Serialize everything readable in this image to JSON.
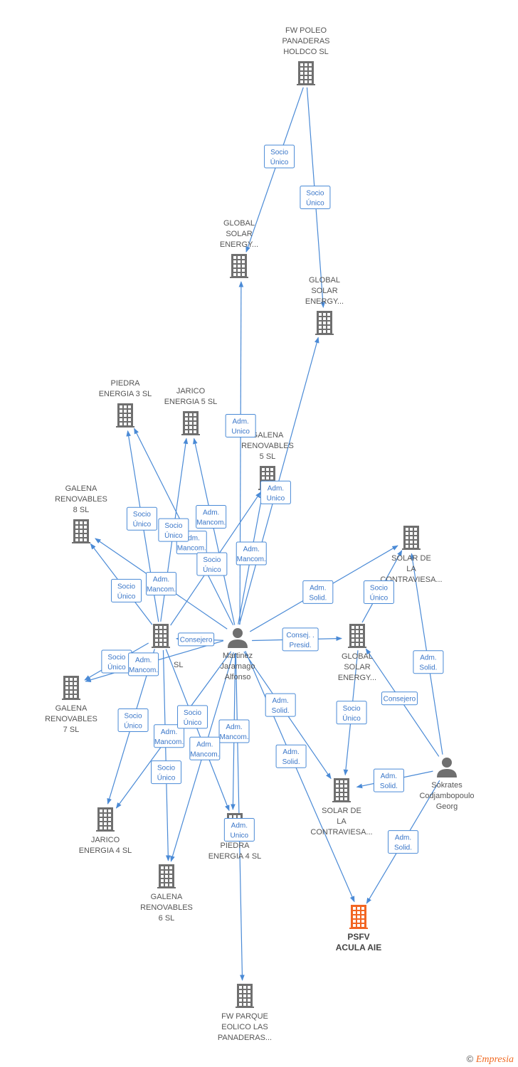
{
  "colors": {
    "edge": "#4a8ad6",
    "building": "#6f6f6f",
    "building_main": "#f26522",
    "person": "#6f6f6f"
  },
  "nodes": [
    {
      "id": "fw_poleo",
      "type": "company",
      "lines": [
        "FW POLEO",
        "PANADERAS",
        "HOLDCO  SL"
      ],
      "icon": "building-icon"
    },
    {
      "id": "global_solar_a",
      "type": "company",
      "lines": [
        "GLOBAL",
        "SOLAR",
        "ENERGY..."
      ],
      "icon": "building-icon"
    },
    {
      "id": "global_solar_b",
      "type": "company",
      "lines": [
        "GLOBAL",
        "SOLAR",
        "ENERGY..."
      ],
      "icon": "building-icon"
    },
    {
      "id": "piedra3",
      "type": "company",
      "lines": [
        "PIEDRA",
        "ENERGIA 3  SL"
      ],
      "icon": "building-icon"
    },
    {
      "id": "jarico5",
      "type": "company",
      "lines": [
        "JARICO",
        "ENERGIA 5  SL"
      ],
      "icon": "building-icon"
    },
    {
      "id": "galena5",
      "type": "company",
      "lines": [
        "GALENA",
        "RENOVABLES",
        "5  SL"
      ],
      "icon": "building-icon"
    },
    {
      "id": "galena8",
      "type": "company",
      "lines": [
        "GALENA",
        "RENOVABLES",
        "8  SL"
      ],
      "icon": "building-icon"
    },
    {
      "id": "solar_contra_a",
      "type": "company",
      "lines": [
        "SOLAR DE",
        "LA",
        "CONTRAVIESA..."
      ],
      "icon": "building-icon"
    },
    {
      "id": "center_company",
      "type": "company",
      "lines": [
        "SL"
      ],
      "icon": "building-icon"
    },
    {
      "id": "martinez",
      "type": "person",
      "lines": [
        "Martinez",
        "Jaramago",
        "Alfonso"
      ],
      "icon": "person-icon"
    },
    {
      "id": "global_solar_c",
      "type": "company",
      "lines": [
        "GLOBAL",
        "SOLAR",
        "ENERGY..."
      ],
      "icon": "building-icon"
    },
    {
      "id": "galena7",
      "type": "company",
      "lines": [
        "GALENA",
        "RENOVABLES",
        "7  SL"
      ],
      "icon": "building-icon"
    },
    {
      "id": "sokrates",
      "type": "person",
      "lines": [
        "Sokrates",
        "Codjambopoulo",
        "Georg"
      ],
      "icon": "person-icon"
    },
    {
      "id": "solar_contra_b",
      "type": "company",
      "lines": [
        "SOLAR DE",
        "LA",
        "CONTRAVIESA..."
      ],
      "icon": "building-icon"
    },
    {
      "id": "jarico4",
      "type": "company",
      "lines": [
        "JARICO",
        "ENERGIA 4  SL"
      ],
      "icon": "building-icon"
    },
    {
      "id": "piedra4",
      "type": "company",
      "lines": [
        "PIEDRA",
        "ENERGIA 4  SL"
      ],
      "icon": "building-icon"
    },
    {
      "id": "galena6",
      "type": "company",
      "lines": [
        "GALENA",
        "RENOVABLES",
        "6  SL"
      ],
      "icon": "building-icon"
    },
    {
      "id": "psfv",
      "type": "company",
      "main": true,
      "lines": [
        "PSFV",
        "ACULA AIE"
      ],
      "icon": "building-icon"
    },
    {
      "id": "fw_parque",
      "type": "company",
      "lines": [
        "FW PARQUE",
        "EOLICO LAS",
        "PANADERAS..."
      ],
      "icon": "building-icon"
    }
  ],
  "edges": [
    {
      "from": "fw_poleo",
      "to": "global_solar_a",
      "label": [
        "Socio",
        "Único"
      ]
    },
    {
      "from": "fw_poleo",
      "to": "global_solar_b",
      "label": [
        "Socio",
        "Único"
      ]
    },
    {
      "from": "martinez",
      "to": "global_solar_a",
      "label": [
        "Adm.",
        "Unico"
      ]
    },
    {
      "from": "martinez",
      "to": "global_solar_b",
      "label": [
        "Adm.",
        "Unico"
      ]
    },
    {
      "from": "center_company",
      "to": "piedra3",
      "label": [
        "Socio",
        "Único"
      ]
    },
    {
      "from": "martinez",
      "to": "piedra3",
      "label": [
        "Adm.",
        "Mancom."
      ]
    },
    {
      "from": "center_company",
      "to": "jarico5",
      "label": [
        "Socio",
        "Único"
      ]
    },
    {
      "from": "martinez",
      "to": "jarico5",
      "label": [
        "Adm.",
        "Mancom."
      ]
    },
    {
      "from": "center_company",
      "to": "galena5",
      "label": [
        "Socio",
        "Único"
      ]
    },
    {
      "from": "martinez",
      "to": "galena5",
      "label": [
        "Adm.",
        "Mancom."
      ]
    },
    {
      "from": "center_company",
      "to": "galena8",
      "label": [
        "Socio",
        "Único"
      ]
    },
    {
      "from": "martinez",
      "to": "galena8",
      "label": [
        "Adm.",
        "Mancom."
      ]
    },
    {
      "from": "martinez",
      "to": "center_company",
      "label": [
        "Consejero"
      ]
    },
    {
      "from": "martinez",
      "to": "solar_contra_a",
      "label": [
        "Adm.",
        "Solid."
      ]
    },
    {
      "from": "martinez",
      "to": "global_solar_c",
      "label": [
        "Consej. .",
        "Presid."
      ]
    },
    {
      "from": "global_solar_c",
      "to": "solar_contra_a",
      "label": [
        "Socio",
        "Único"
      ]
    },
    {
      "from": "center_company",
      "to": "galena7",
      "label": [
        "Socio",
        "Único"
      ]
    },
    {
      "from": "martinez",
      "to": "galena7",
      "label": [
        "Adm.",
        "Mancom."
      ]
    },
    {
      "from": "sokrates",
      "to": "solar_contra_a",
      "label": [
        "Adm.",
        "Solid."
      ]
    },
    {
      "from": "sokrates",
      "to": "global_solar_c",
      "label": [
        "Consejero"
      ]
    },
    {
      "from": "martinez",
      "to": "solar_contra_b",
      "label": [
        "Adm.",
        "Solid."
      ]
    },
    {
      "from": "global_solar_c",
      "to": "solar_contra_b",
      "label": [
        "Socio",
        "Único"
      ]
    },
    {
      "from": "sokrates",
      "to": "solar_contra_b",
      "label": [
        "Adm.",
        "Solid."
      ]
    },
    {
      "from": "center_company",
      "to": "jarico4",
      "label": [
        "Socio",
        "Único"
      ]
    },
    {
      "from": "martinez",
      "to": "jarico4",
      "label": [
        "Adm.",
        "Mancom."
      ]
    },
    {
      "from": "center_company",
      "to": "piedra4",
      "label": [
        "Socio",
        "Único"
      ]
    },
    {
      "from": "martinez",
      "to": "piedra4",
      "label": [
        "Adm.",
        "Mancom."
      ]
    },
    {
      "from": "center_company",
      "to": "galena6",
      "label": [
        "Socio",
        "Único"
      ]
    },
    {
      "from": "martinez",
      "to": "galena6",
      "label": [
        "Adm.",
        "Mancom."
      ]
    },
    {
      "from": "martinez",
      "to": "fw_parque",
      "label": [
        "Adm.",
        "Unico"
      ]
    },
    {
      "from": "martinez",
      "to": "psfv",
      "label": [
        "Adm.",
        "Solid."
      ]
    },
    {
      "from": "sokrates",
      "to": "psfv",
      "label": [
        "Adm.",
        "Solid."
      ]
    }
  ],
  "footer": {
    "copyright_symbol": "©",
    "brand": "Empresia"
  }
}
